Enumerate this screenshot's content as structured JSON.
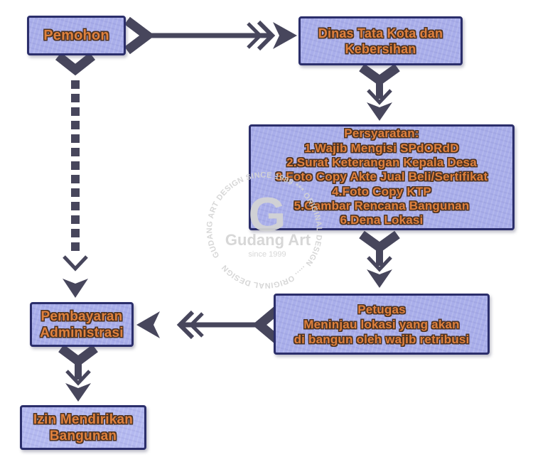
{
  "diagram": {
    "type": "flowchart",
    "nodes": {
      "pemohon": {
        "label": "Pemohon"
      },
      "dinas": {
        "lines": [
          "Dinas Tata Kota dan",
          "Kebersihan"
        ]
      },
      "persyaratan": {
        "lines": [
          "Persyaratan:",
          "1.Wajib Mengisi SPdORdD",
          "2.Surat Keterangan Kepala Desa",
          "3.Foto Copy Akte Jual Beli/Sertifikat",
          "4.Foto Copy KTP",
          "5.Gambar Rencana Bangunan",
          "6.Dena Lokasi"
        ]
      },
      "petugas": {
        "lines": [
          "Petugas",
          "Meninjau lokasi yang akan",
          "di bangun oleh wajib retribusi"
        ]
      },
      "pembayaran": {
        "lines": [
          "Pembayaran",
          "Administrasi"
        ]
      },
      "izin": {
        "lines": [
          "Izin Mendirikan",
          "Bangunan"
        ]
      }
    },
    "edges": [
      {
        "from": "pemohon",
        "to": "dinas",
        "style": "solid"
      },
      {
        "from": "dinas",
        "to": "persyaratan",
        "style": "solid"
      },
      {
        "from": "persyaratan",
        "to": "petugas",
        "style": "solid"
      },
      {
        "from": "petugas",
        "to": "pembayaran",
        "style": "solid"
      },
      {
        "from": "pembayaran",
        "to": "izin",
        "style": "solid"
      },
      {
        "from": "pemohon",
        "to": "pembayaran",
        "style": "dotted"
      }
    ]
  },
  "watermark": {
    "logo_letter": "G",
    "brand": "Gudang Art",
    "tagline": "since 1999",
    "circle_text": "GUDANG ART DESIGN SINCE 1999 *** ORIGINAL DESIGN ..... ORIGINAL DESIGN"
  },
  "colors": {
    "background": "#ffffff",
    "node_fill": "#a9aeea",
    "node_border": "#2b2e6b",
    "node_text": "#e0813d",
    "arrow": "#47465c",
    "watermark": "#d4d4d4"
  }
}
